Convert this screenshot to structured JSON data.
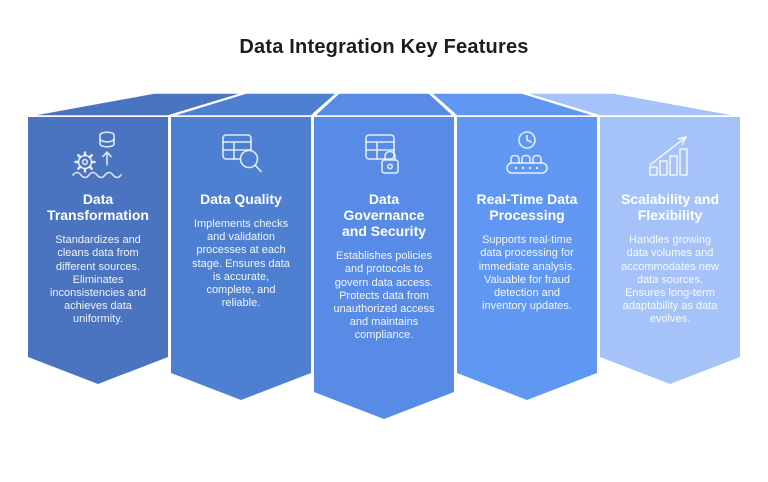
{
  "title": "Data Integration Key Features",
  "banners": [
    {
      "title": "Data\nTransformation",
      "description": "Standardizes and cleans data from different sources. Eliminates inconsistencies and achieves data uniformity.",
      "color": "#4a73c0",
      "icon": "gear-database-transform-icon"
    },
    {
      "title": "Data Quality",
      "description": "Implements checks and validation processes at each stage. Ensures data is accurate, complete, and reliable.",
      "color": "#4e80d2",
      "icon": "table-magnifier-icon"
    },
    {
      "title": "Data\nGovernance\nand Security",
      "description": "Establishes policies and protocols to govern data access. Protects data from unauthorized access and maintains compliance.",
      "color": "#588be5",
      "icon": "table-padlock-icon"
    },
    {
      "title": "Real-Time Data\nProcessing",
      "description": "Supports real-time data processing for immediate analysis. Valuable for fraud detection and inventory updates.",
      "color": "#6097f2",
      "icon": "clock-conveyor-icon"
    },
    {
      "title": "Scalability and\nFlexibility",
      "description": "Handles growing data volumes and accommodates new data sources. Ensures long-term adaptability as data evolves.",
      "color": "#a5c3f8",
      "icon": "rising-bar-chart-icon"
    }
  ]
}
